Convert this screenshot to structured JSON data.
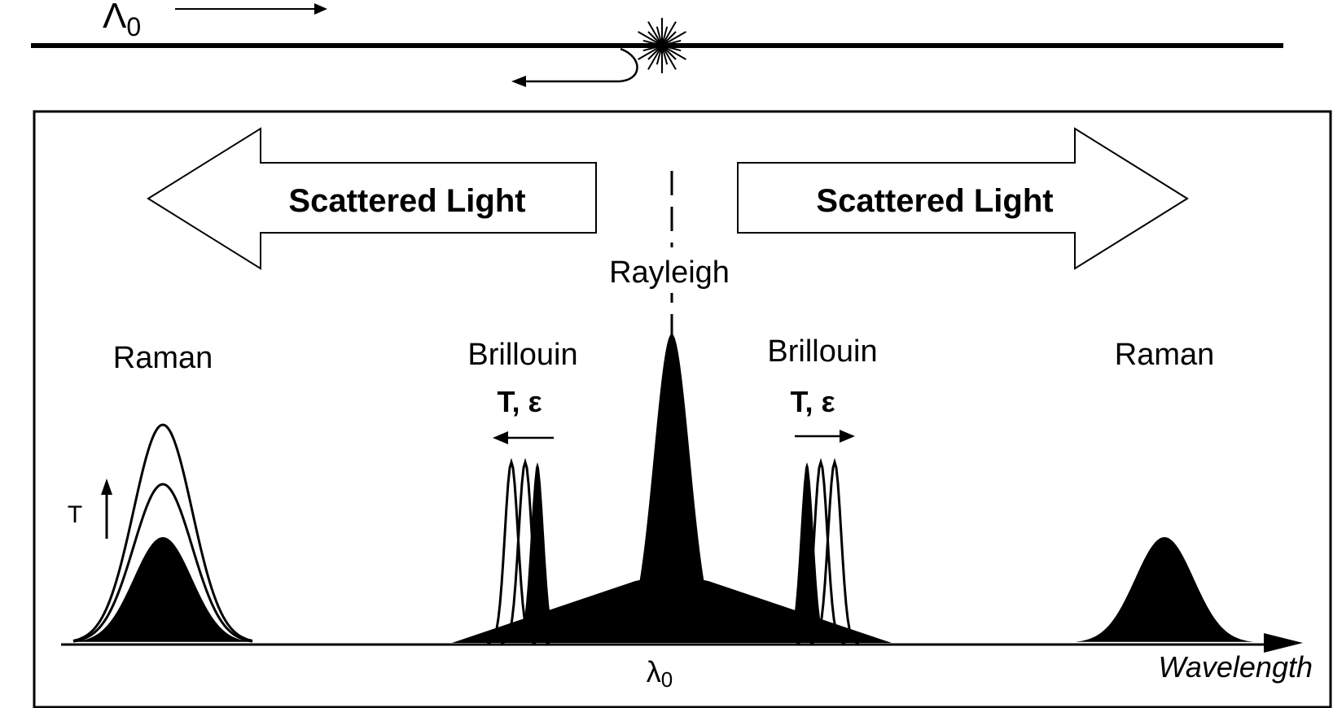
{
  "top": {
    "lambda_label": "Λ",
    "lambda_subscript": "0"
  },
  "arrows": {
    "left_label": "Scattered Light",
    "right_label": "Scattered Light"
  },
  "labels": {
    "rayleigh": "Rayleigh",
    "raman_left": "Raman",
    "raman_right": "Raman",
    "brillouin_left": "Brillouin",
    "brillouin_right": "Brillouin",
    "t_eps_left": "T, ε",
    "t_eps_right": "T, ε",
    "t_arrow": "T",
    "center_lambda": "λ",
    "center_lambda_sub": "0",
    "x_axis": "Wavelength"
  }
}
